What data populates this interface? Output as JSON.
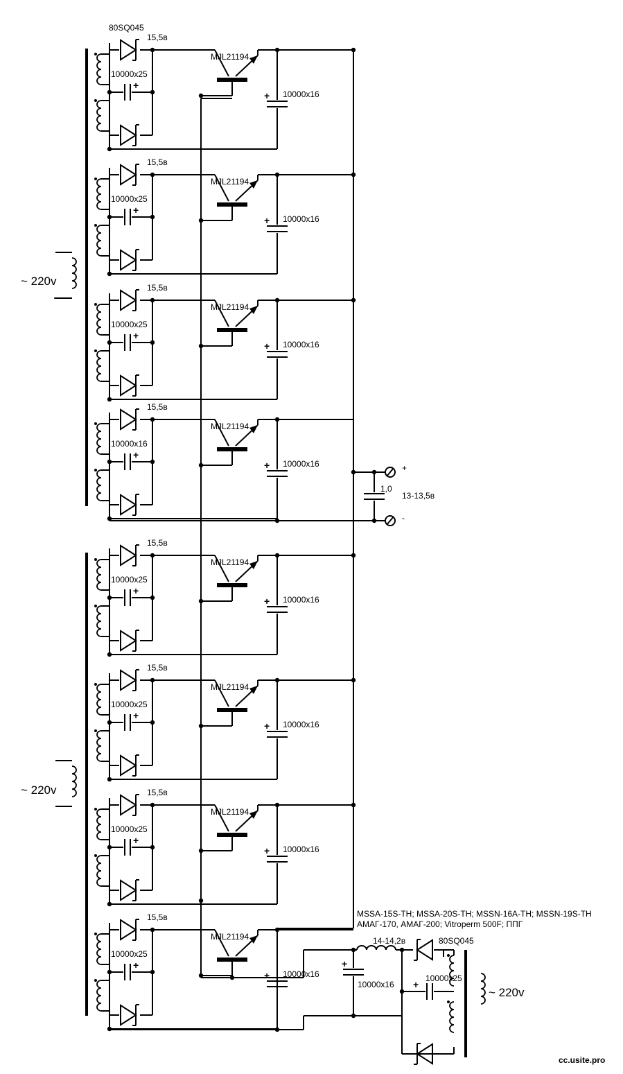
{
  "mains_label": "~ 220v",
  "pms_terminals": {
    "plus": "+",
    "minus": "-"
  },
  "cells": [
    {
      "diode": "80SQ045",
      "voltage": "15,5в",
      "transistor": "MJL21194",
      "in_cap": "10000x25",
      "out_cap": "10000x16"
    },
    {
      "diode": "",
      "voltage": "15,5в",
      "transistor": "MJL21194",
      "in_cap": "10000x25",
      "out_cap": "10000x16"
    },
    {
      "diode": "",
      "voltage": "15,5в",
      "transistor": "MJL21194",
      "in_cap": "10000x25",
      "out_cap": "10000x16"
    },
    {
      "diode": "",
      "voltage": "15,5в",
      "transistor": "MJL21194",
      "in_cap": "10000x16",
      "out_cap": "10000x16"
    },
    {
      "diode": "",
      "voltage": "15,5в",
      "transistor": "MJL21194",
      "in_cap": "10000x25",
      "out_cap": "10000x16"
    },
    {
      "diode": "",
      "voltage": "15,5в",
      "transistor": "MJL21194",
      "in_cap": "10000x25",
      "out_cap": "10000x16"
    },
    {
      "diode": "",
      "voltage": "15,5в",
      "transistor": "MJL21194",
      "in_cap": "10000x25",
      "out_cap": "10000x16"
    },
    {
      "diode": "",
      "voltage": "15,5в",
      "transistor": "MJL21194",
      "in_cap": "10000x25",
      "out_cap": "10000x16"
    }
  ],
  "output": {
    "cap": "1,0",
    "voltage": "13-13,5в"
  },
  "aux": {
    "choke_cores_line1": "MSSA-15S-TH; MSSA-20S-TH; MSSN-16A-TH; MSSN-19S-TH",
    "choke_cores_line2": "АМАГ-170, АМАГ-200; Vitroperm 500F; ППГ",
    "choke_voltage": "14-14,2в",
    "diode": "80SQ045",
    "in_cap": "10000x25",
    "out_cap": "10000x16",
    "mains": "~ 220v"
  },
  "watermark": "cc.usite.pro"
}
